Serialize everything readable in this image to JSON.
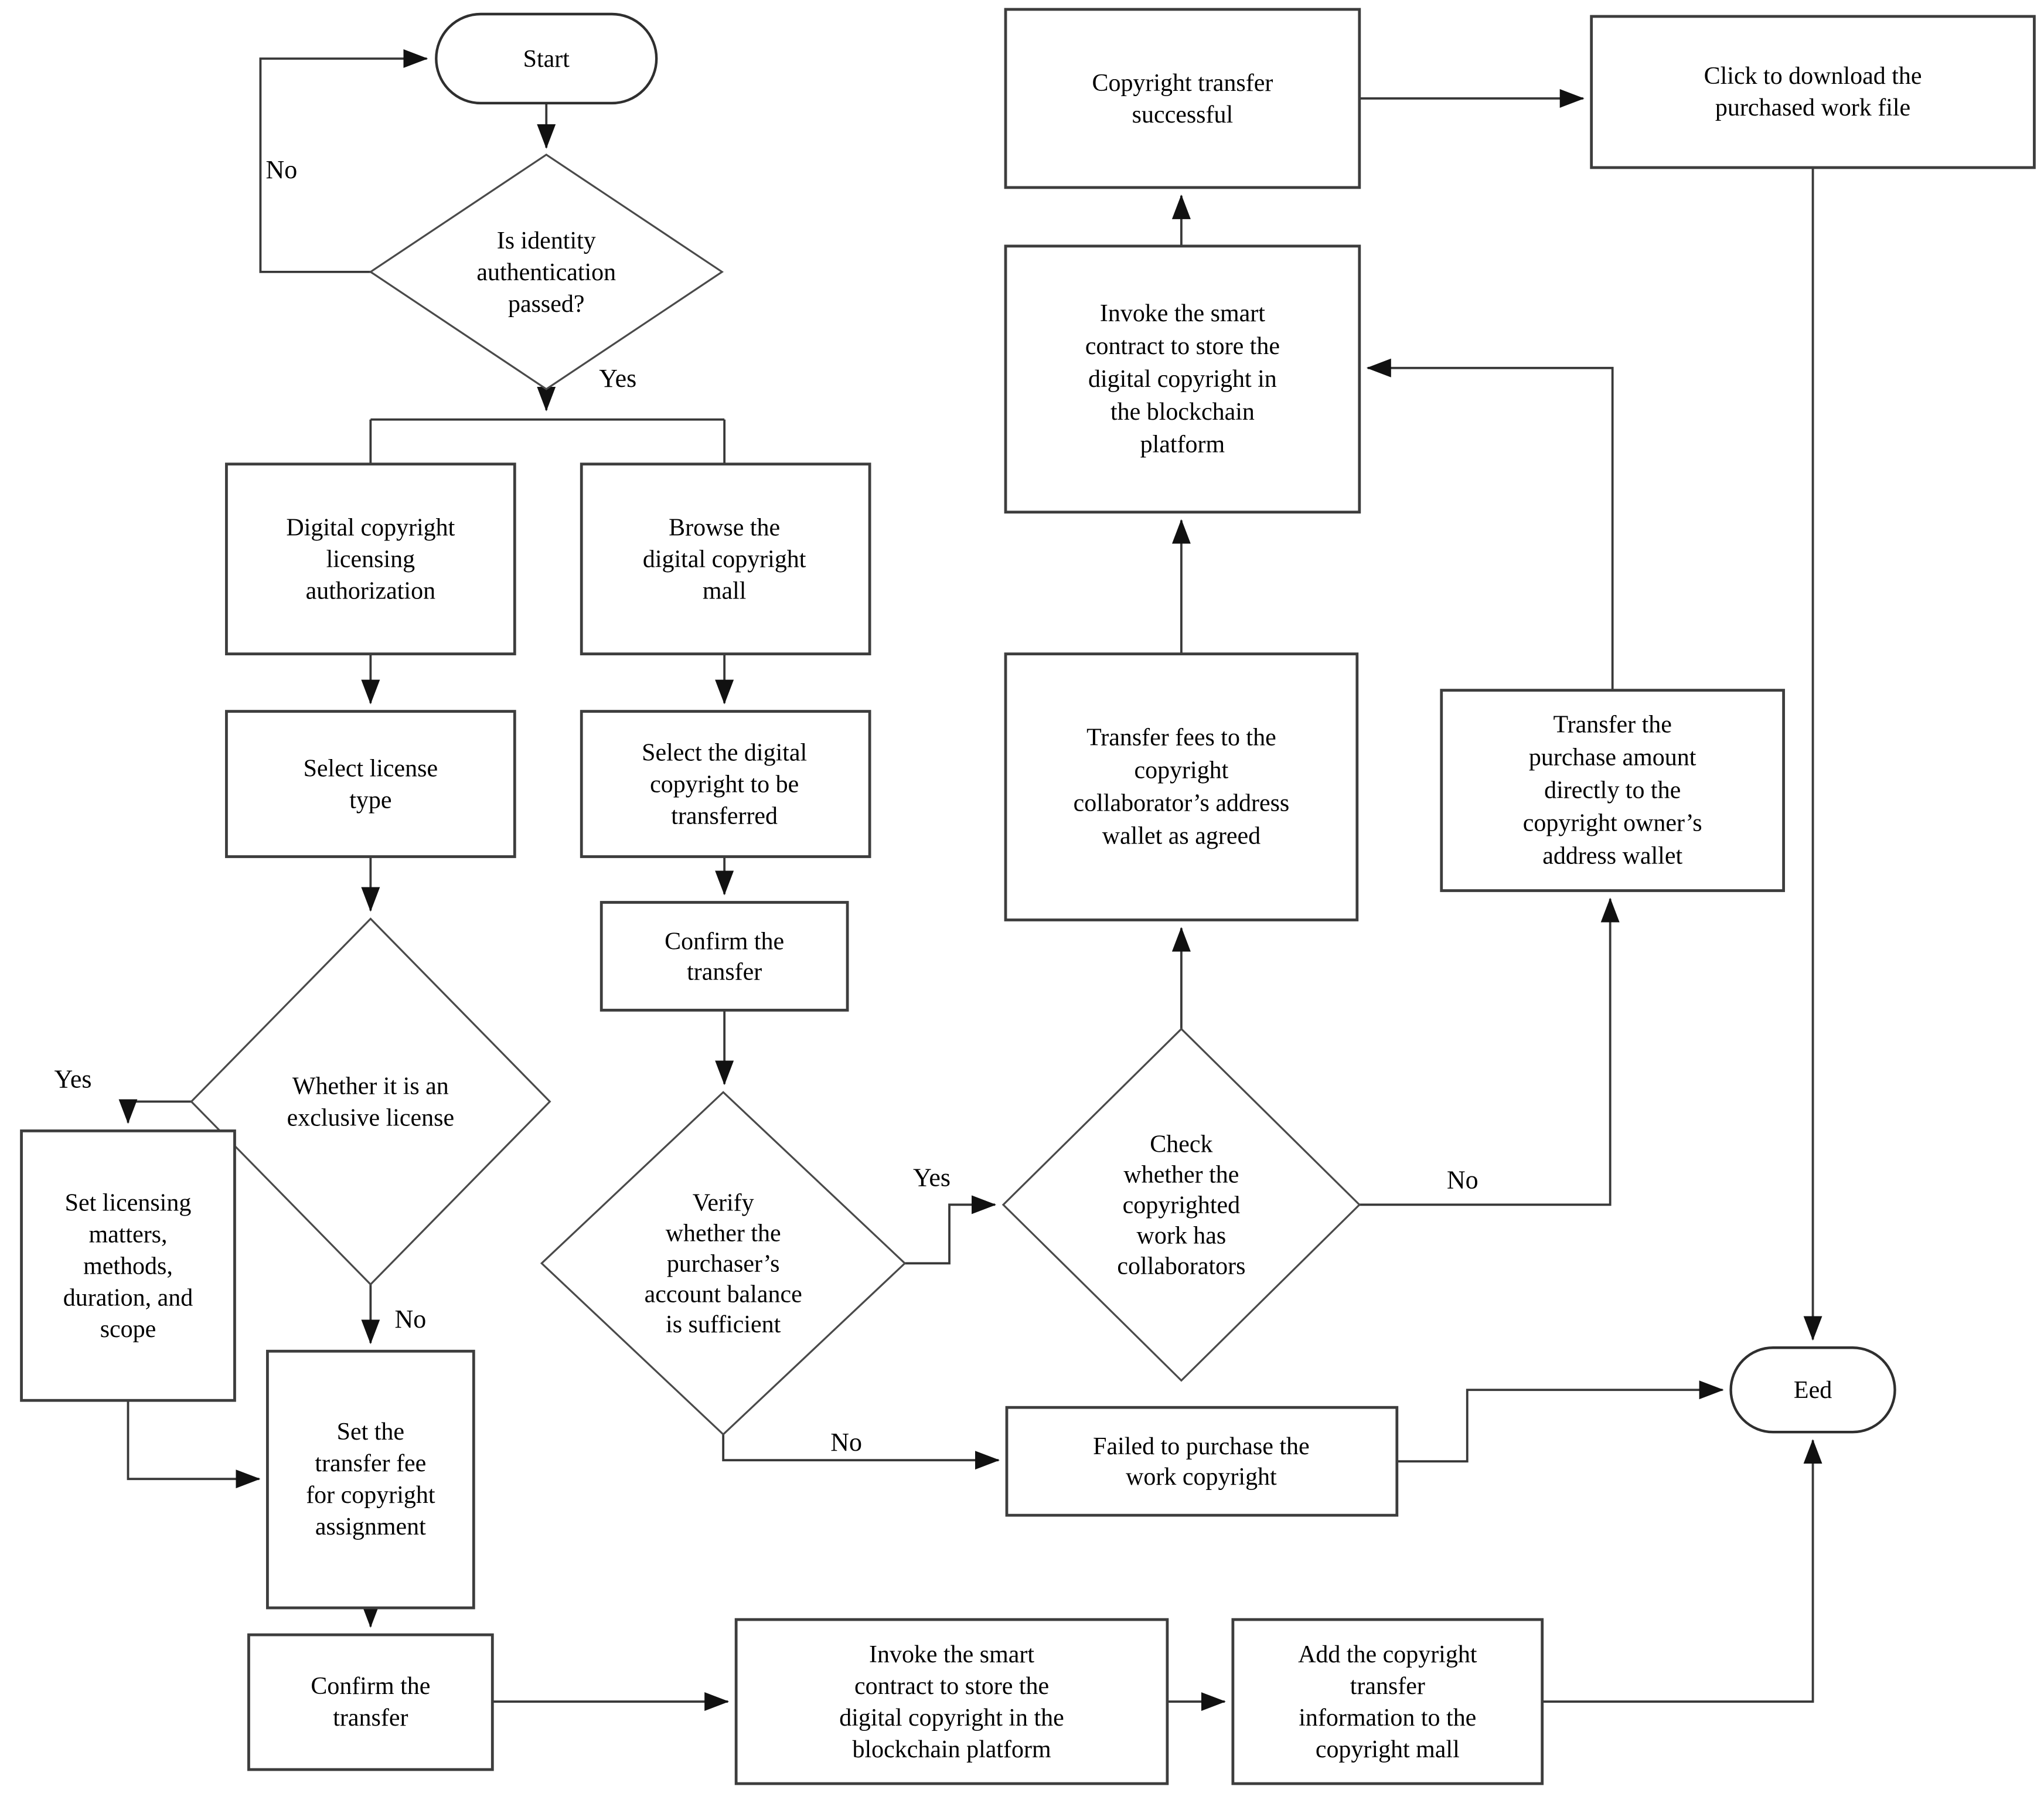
{
  "diagram": {
    "background_color": "#ffffff",
    "line_color": "#383838",
    "text_color": "#000000",
    "type": "flowchart"
  },
  "nodes": {
    "start": {
      "label": "Start"
    },
    "identity_decision": {
      "lines": [
        "Is identity",
        "authentication",
        "passed?"
      ]
    },
    "licensing_authorization": {
      "lines": [
        "Digital copyright",
        "licensing",
        "authorization"
      ]
    },
    "browse_mall": {
      "lines": [
        "Browse the",
        "digital copyright",
        "mall"
      ]
    },
    "select_license_type": {
      "lines": [
        "Select license",
        "type"
      ]
    },
    "select_copyright": {
      "lines": [
        "Select the digital",
        "copyright to be",
        "transferred"
      ]
    },
    "exclusive_decision": {
      "lines": [
        "Whether it is an",
        "exclusive license"
      ]
    },
    "set_licensing_matters": {
      "lines": [
        "Set licensing",
        "matters,",
        "methods,",
        "duration, and",
        "scope"
      ]
    },
    "set_transfer_fee": {
      "lines": [
        "Set the",
        "transfer fee",
        "for copyright",
        "assignment"
      ]
    },
    "confirm_transfer_left": {
      "lines": [
        "Confirm the",
        "transfer"
      ]
    },
    "invoke_contract_bottom": {
      "lines": [
        "Invoke the smart",
        "contract to store the",
        "digital copyright in the",
        "blockchain platform"
      ]
    },
    "add_transfer_info": {
      "lines": [
        "Add the copyright",
        "transfer",
        "information to the",
        "copyright mall"
      ]
    },
    "confirm_transfer_right": {
      "lines": [
        "Confirm the",
        "transfer"
      ]
    },
    "verify_balance_decision": {
      "lines": [
        "Verify",
        "whether the",
        "purchaser’s",
        "account balance",
        "is sufficient"
      ]
    },
    "collaborators_decision": {
      "lines": [
        "Check",
        "whether the",
        "copyrighted",
        "work has",
        "collaborators"
      ]
    },
    "failed_purchase": {
      "lines": [
        "Failed to purchase the",
        "work copyright"
      ]
    },
    "transfer_fees_collaborator": {
      "lines": [
        "Transfer fees to the",
        "copyright",
        "collaborator’s address",
        "wallet as agreed"
      ]
    },
    "transfer_purchase_owner": {
      "lines": [
        "Transfer the",
        "purchase amount",
        "directly to the",
        "copyright owner’s",
        "address wallet"
      ]
    },
    "invoke_contract_top": {
      "lines": [
        "Invoke the smart",
        "contract to store the",
        "digital copyright in",
        "the blockchain",
        "platform"
      ]
    },
    "copyright_success": {
      "lines": [
        "Copyright transfer",
        "successful"
      ]
    },
    "download_file": {
      "lines": [
        "Click to download the",
        "purchased work file"
      ]
    },
    "end": {
      "label": "Eed"
    }
  },
  "edge_labels": {
    "identity_no": "No",
    "identity_yes": "Yes",
    "exclusive_yes": "Yes",
    "exclusive_no": "No",
    "balance_yes": "Yes",
    "balance_no": "No",
    "collaborators_no": "No"
  }
}
